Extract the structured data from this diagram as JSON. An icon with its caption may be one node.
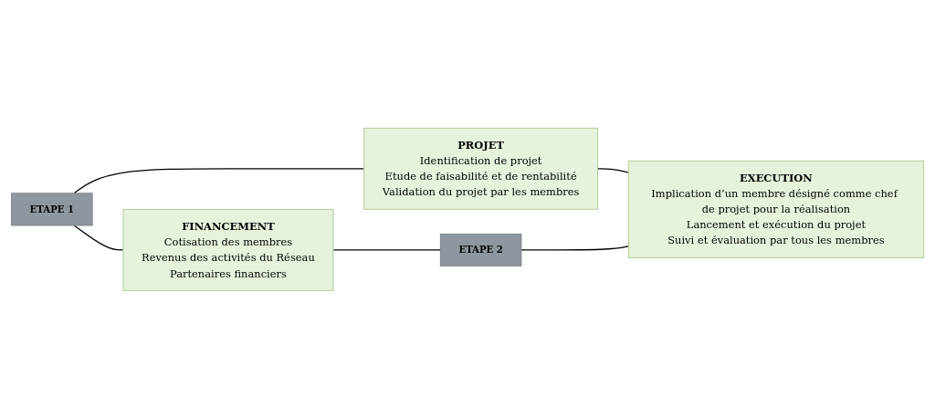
{
  "diagram": {
    "nodes": [
      {
        "text": [
          "ETAPE 1"
        ]
      },
      {
        "text": [
          "PROJET",
          "Identification de projet",
          "Etude de faisabilité et de rentabilité",
          "Validation du projet par les membres"
        ]
      },
      {
        "text": [
          "FINANCEMENT",
          "Cotisation des membres",
          "Revenus des activités du Réseau",
          "Partenaires financiers"
        ]
      },
      {
        "text": [
          "ETAPE 2"
        ]
      },
      {
        "text": [
          "EXECUTION",
          "Implication d’un membre désigné comme chef de projet pour la réalisation",
          "Lancement et exécution du projet",
          "Suivi et évaluation par tous les membres"
        ]
      }
    ],
    "edges": [
      {
        "from": 0,
        "to": 1,
        "arrow": "none"
      },
      {
        "from": 0,
        "to": 2,
        "arrow": "none"
      },
      {
        "from": 1,
        "to": 4,
        "arrow": "none"
      },
      {
        "from": 2,
        "to": 3,
        "arrow": "none"
      },
      {
        "from": 3,
        "to": 4,
        "arrow": "none"
      }
    ]
  }
}
